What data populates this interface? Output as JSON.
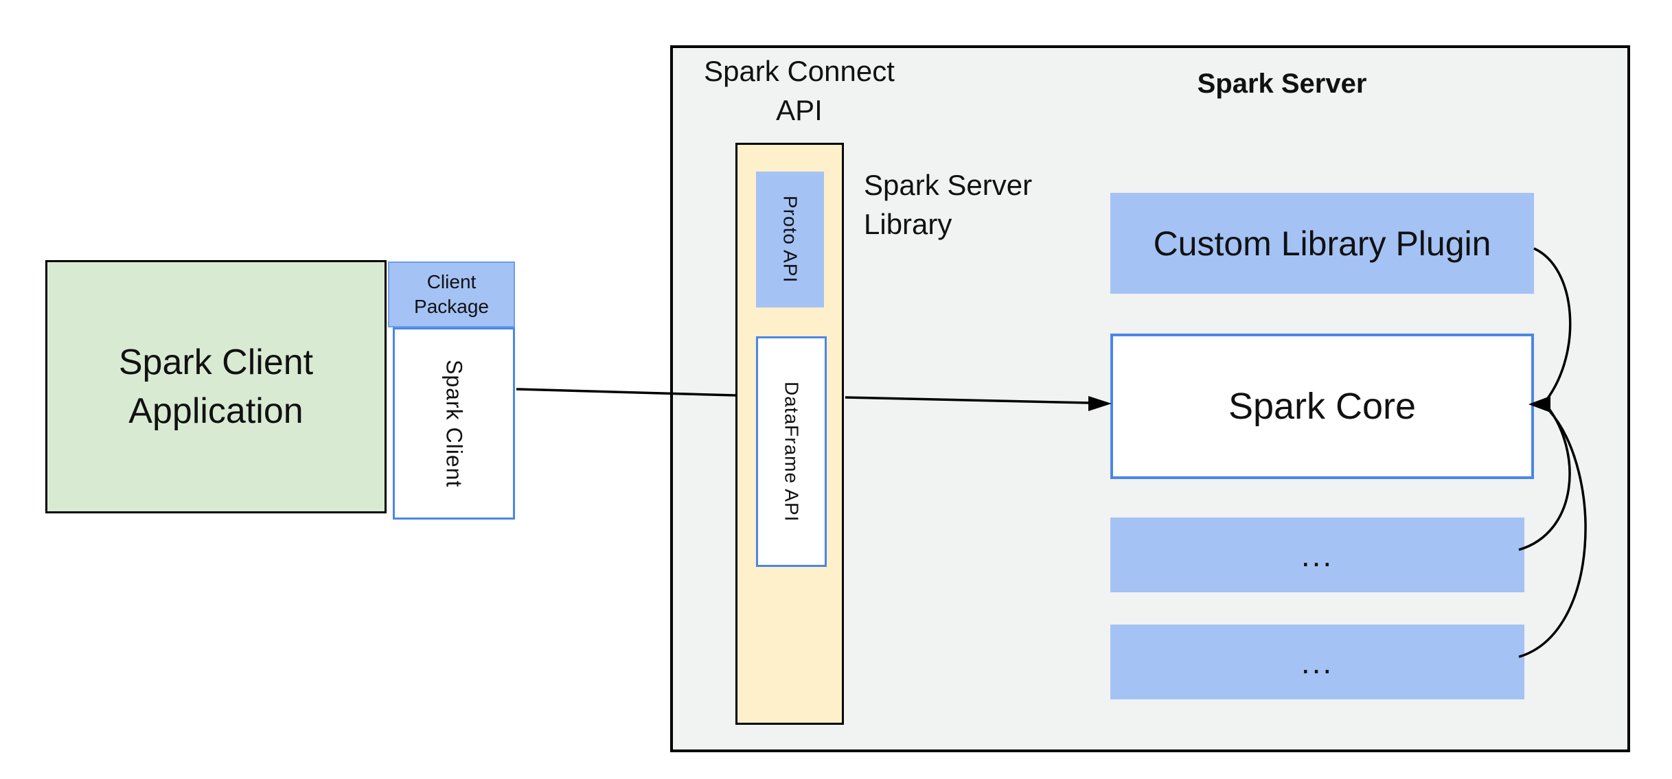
{
  "client_section": {
    "application_label": "Spark Client\nApplication",
    "package_label": "Client\nPackage",
    "spark_client_label": "Spark Client"
  },
  "server_section": {
    "server_title": "Spark Server",
    "connect_api_label": "Spark Connect\nAPI",
    "server_library_label": "Spark Server\nLibrary",
    "proto_api_label": "Proto API",
    "dataframe_api_label": "DataFrame API",
    "custom_plugin_label": "Custom Library Plugin",
    "spark_core_label": "Spark Core",
    "module_placeholder_1": "...",
    "module_placeholder_2": "..."
  },
  "colors": {
    "box_blue": "#a4c2f4",
    "box_green": "#d9ead3",
    "box_yellow": "#fdf0cb",
    "border_blue": "#4a86e8",
    "panel_gray": "#f1f2f2",
    "connector_black": "#000000"
  }
}
